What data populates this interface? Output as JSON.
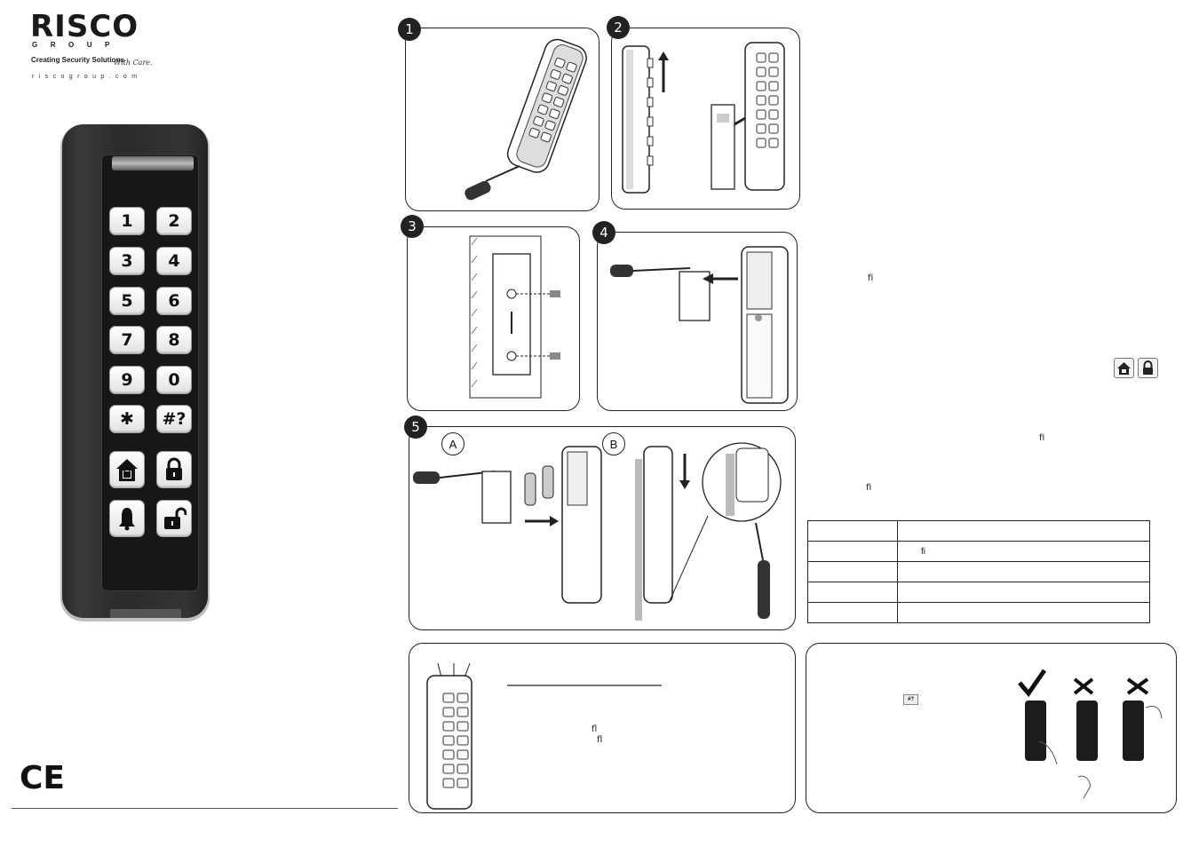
{
  "brand": {
    "name": "RISCO",
    "group": "GROUP",
    "tagline": "Creating Security Solutions",
    "tagline_script": "With Care.",
    "url": "riscogroup.com"
  },
  "keypad": {
    "keys": [
      {
        "label": "1"
      },
      {
        "label": "2"
      },
      {
        "label": "3"
      },
      {
        "label": "4"
      },
      {
        "label": "5"
      },
      {
        "label": "6"
      },
      {
        "label": "7"
      },
      {
        "label": "8"
      },
      {
        "label": "9"
      },
      {
        "label": "0"
      },
      {
        "label": "✱"
      },
      {
        "label": "#?"
      }
    ],
    "icon_keys": [
      "home-lock-icon",
      "lock-icon",
      "bell-icon",
      "unlock-icon"
    ]
  },
  "ce_mark": "CE",
  "steps": [
    {
      "number": "1"
    },
    {
      "number": "2"
    },
    {
      "number": "3"
    },
    {
      "number": "4"
    },
    {
      "number": "5",
      "sub_labels": [
        "A",
        "B"
      ]
    }
  ],
  "fragments": {
    "fi_1": "fi",
    "fi_2": "fi",
    "fi_3": "fi",
    "fi_table": "fi",
    "fl_1": "fl",
    "fl_2": "fl",
    "hash_key": "#?"
  },
  "table": {
    "rows": [
      [
        "",
        ""
      ],
      [
        "",
        "fi"
      ],
      [
        "",
        ""
      ],
      [
        "",
        ""
      ],
      [
        "",
        ""
      ]
    ]
  },
  "colors": {
    "ink": "#222222",
    "keypad_body": "#2b2b2b",
    "key_face": "#ffffff"
  }
}
